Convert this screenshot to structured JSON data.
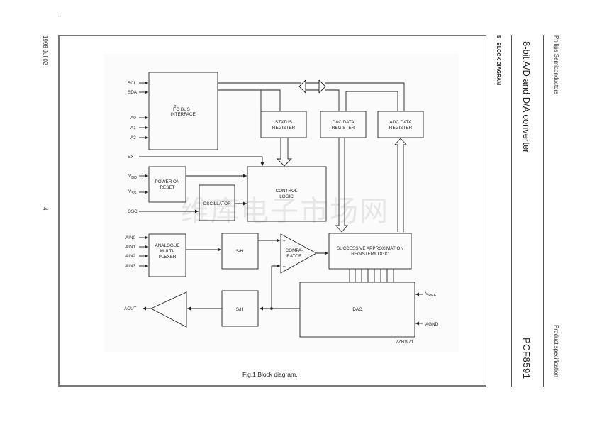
{
  "header": {
    "company": "Philips Semiconductors",
    "doc_type": "Product specification",
    "title": "8-bit A/D and D/A converter",
    "part_number": "PCF8591"
  },
  "section": {
    "number": "5",
    "title": "BLOCK DIAGRAM"
  },
  "footer": {
    "date": "1998 Jul 02",
    "page": "4",
    "mark": "–"
  },
  "figure": {
    "caption": "Fig.1  Block diagram.",
    "code": "7Z80971",
    "watermark": "维库电子市场网"
  },
  "diagram": {
    "blocks": {
      "i2c_line1": "I",
      "i2c_sup": "2",
      "i2c_line1b": "C BUS",
      "i2c_line2": "INTERFACE",
      "status_line1": "STATUS",
      "status_line2": "REGISTER",
      "dac_data_line1": "DAC DATA",
      "dac_data_line2": "REGISTER",
      "adc_data_line1": "ADC DATA",
      "adc_data_line2": "REGISTER",
      "por_line1": "POWER ON",
      "por_line2": "RESET",
      "oscillator": "OSCILLATOR",
      "control_line1": "CONTROL",
      "control_line2": "LOGIC",
      "mux_line1": "ANALOGUE",
      "mux_line2": "MULTI-",
      "mux_line3": "PLEXER",
      "sh_in": "S/H",
      "comp_line1": "COMPA-",
      "comp_line2": "RATOR",
      "comp_plus": "+",
      "comp_minus": "–",
      "sar_line1": "SUCCESSIVE APPROXIMATION",
      "sar_line2": "REGISTER/LOGIC",
      "dac": "DAC",
      "sh_out": "S/H"
    },
    "pins": {
      "scl": "SCL",
      "sda": "SDA",
      "a0": "A0",
      "a1": "A1",
      "a2": "A2",
      "ext": "EXT",
      "vdd": "V",
      "vdd_sub": "DD",
      "vss": "V",
      "vss_sub": "SS",
      "osc": "OSC",
      "ain0": "AIN0",
      "ain1": "AIN1",
      "ain2": "AIN2",
      "ain3": "AIN3",
      "aout": "AOUT",
      "vref": "V",
      "vref_sub": "REF",
      "agnd": "AGND"
    }
  }
}
